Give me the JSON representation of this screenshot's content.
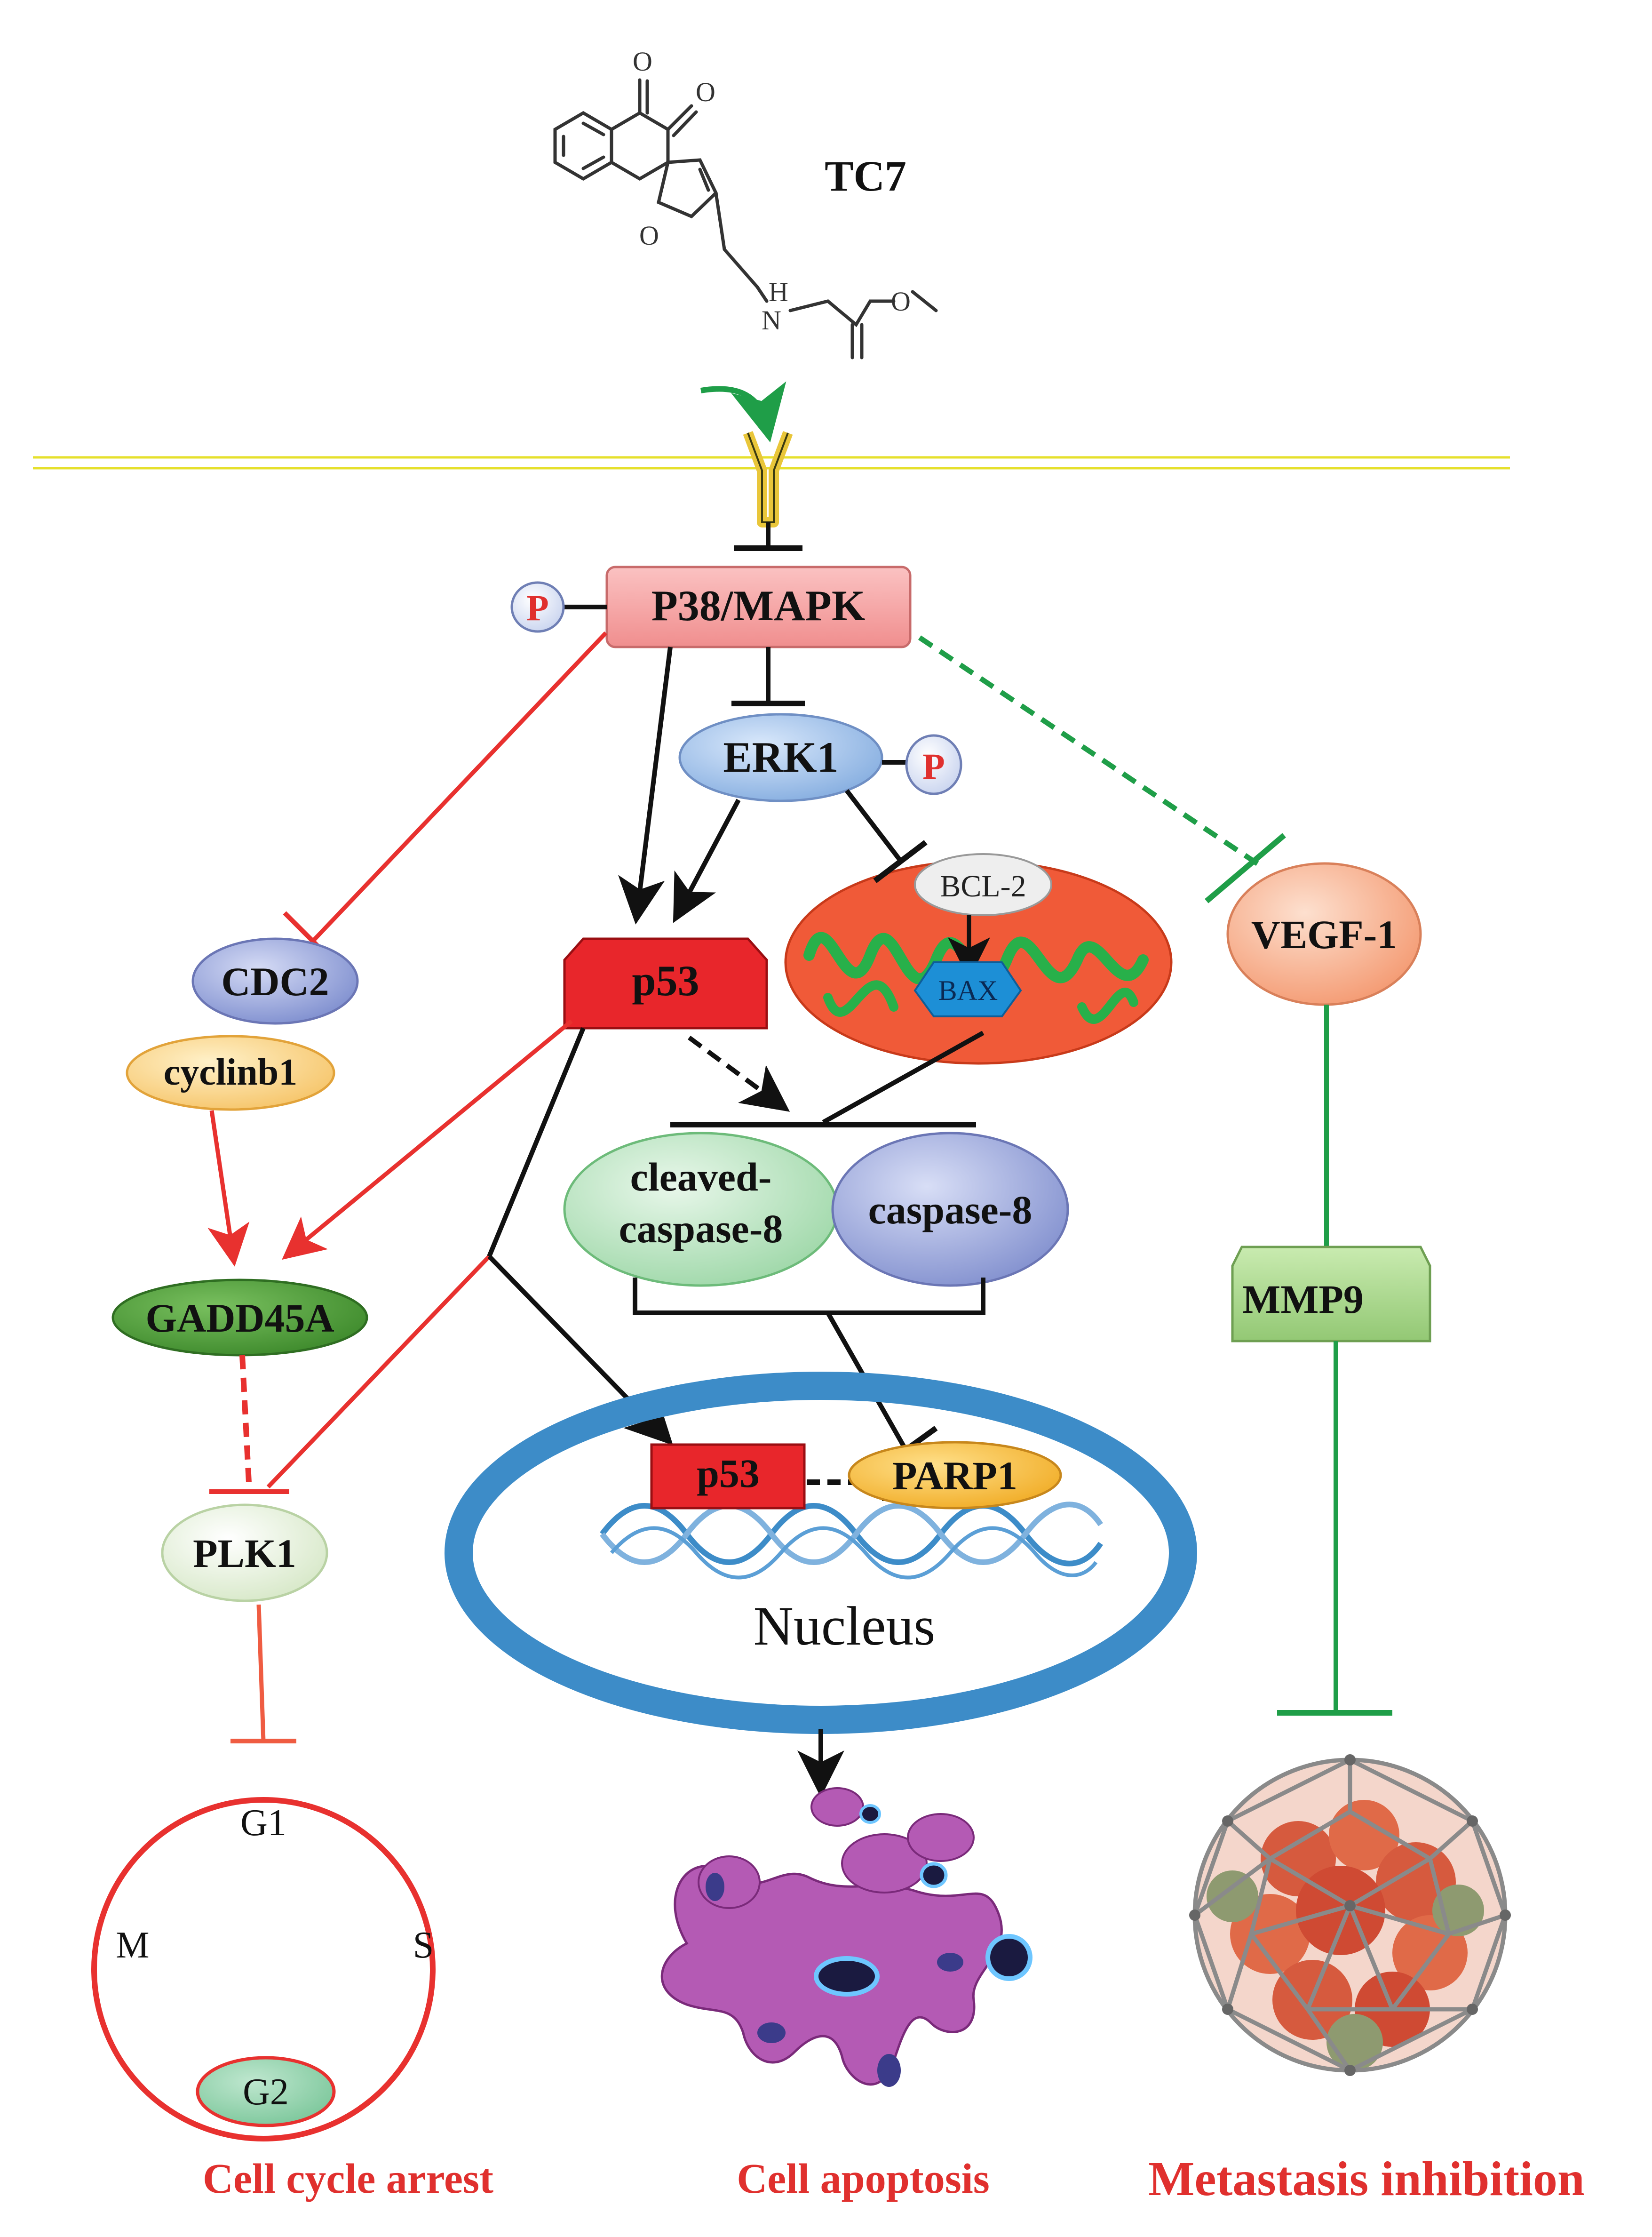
{
  "compound": {
    "name": "TC7",
    "atoms": {
      "o1": "O",
      "o2": "O",
      "ring_o": "O",
      "nh": "H",
      "n": "N",
      "ester_o": "O"
    }
  },
  "nodes": {
    "p38": "P38/MAPK",
    "p38_phospho": "P",
    "erk1": "ERK1",
    "erk1_phospho": "P",
    "bcl2": "BCL-2",
    "bax": "BAX",
    "p53": "p53",
    "cdc2": "CDC2",
    "cyclinb1": "cyclinb1",
    "gadd45a": "GADD45A",
    "plk1": "PLK1",
    "cleaved_caspase8_line1": "cleaved-",
    "cleaved_caspase8_line2": "caspase-8",
    "caspase8": "caspase-8",
    "nuclear_p53": "p53",
    "parp1": "PARP1",
    "nucleus": "Nucleus",
    "vegf1": "VEGF-1",
    "mmp9": "MMP9"
  },
  "cell_cycle": {
    "g1": "G1",
    "s": "S",
    "m": "M",
    "g2": "G2"
  },
  "outcomes": {
    "cell_cycle_arrest": "Cell cycle arrest",
    "cell_apoptosis": "Cell apoptosis",
    "metastasis_inhibition": "Metastasis inhibition"
  },
  "colors": {
    "red_path": "#e8312f",
    "green_path": "#1f9e48",
    "black_path": "#111111",
    "membrane": "#a8337f",
    "membrane_core": "#e6e02c",
    "p38_fill": "#f4a4a4",
    "erk1_fill": "#9fbfe6",
    "p53_fill": "#e8262b",
    "mito_fill": "#f05a38",
    "mito_crista": "#28b04a",
    "bax_fill": "#1d8fd6",
    "cdc2_fill": "#9aa6d8",
    "cyclin_fill": "#fbd58a",
    "gadd_fill": "#4d9c38",
    "plk1_fill": "#e6f1dc",
    "cleaved_fill": "#bfe6c6",
    "caspase_fill": "#9aa6d8",
    "parp_fill": "#f6c34a",
    "nucleus_ring": "#3d8cc8",
    "vegf_fill": "#f8b08e",
    "mmp9_fill": "#a7d68a",
    "outcome_text": "#e0302e"
  }
}
